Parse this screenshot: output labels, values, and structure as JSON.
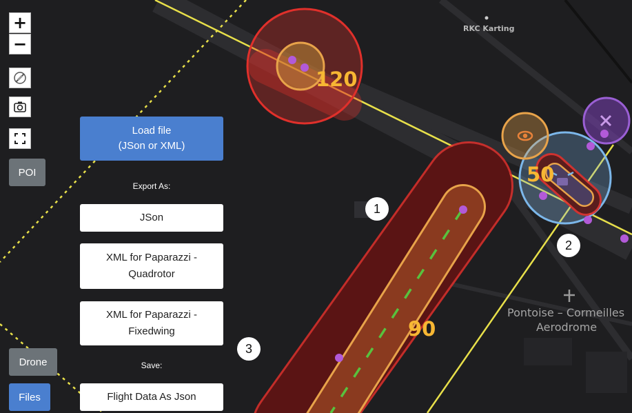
{
  "map": {
    "place_label": "RKC Karting",
    "aerodrome_line1": "Pontoise – Cormeilles",
    "aerodrome_line2": "Aerodrome",
    "zone_labels": [
      "120",
      "50",
      "90"
    ],
    "callouts": [
      "1",
      "2",
      "3"
    ],
    "colors": {
      "zone_red": "#e0302b",
      "zone_orange": "#e8a34a",
      "waypoint": "#b25ad8",
      "path_dash": "#58c23e",
      "boundary_yellow": "#e8e04a",
      "zone_blue": "#7cb7ea",
      "zone_purple": "#7a3fb4"
    }
  },
  "controls": {
    "zoom_in": "+",
    "zoom_out": "−",
    "poi_button": "POI",
    "drone_button": "Drone",
    "files_button": "Files",
    "icons": [
      "no-fly-icon",
      "camera-icon",
      "fullscreen-icon"
    ]
  },
  "files_panel": {
    "load_line1": "Load file",
    "load_line2": "(JSon or XML)",
    "export_label": "Export As:",
    "json_button": "JSon",
    "xml_quad_line1": "XML for Paparazzi -",
    "xml_quad_line2": "Quadrotor",
    "xml_fixed_line1": "XML for Paparazzi -",
    "xml_fixed_line2": "Fixedwing",
    "save_label": "Save:",
    "flight_data_button": "Flight Data As Json"
  }
}
